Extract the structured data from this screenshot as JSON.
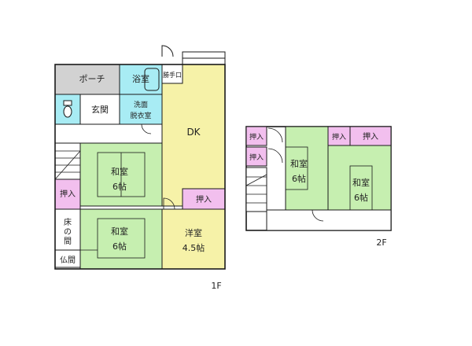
{
  "floor1": {
    "floor_label": "1F",
    "rooms": {
      "porch": "ポーチ",
      "bath": "浴室",
      "back_door": "勝手口",
      "entrance": "玄関",
      "washroom_line1": "洗面",
      "washroom_line2": "脱衣室",
      "dk": "DK",
      "washitsu_upper": {
        "name": "和室",
        "size": "6帖"
      },
      "washitsu_lower": {
        "name": "和室",
        "size": "6帖"
      },
      "oshiire_left": "押入",
      "oshiire_dk": "押入",
      "tokonoma_1": "床",
      "tokonoma_2": "の",
      "tokonoma_3": "間",
      "butsuma": "仏間",
      "yoshitsu": {
        "name": "洋室",
        "size": "4.5帖"
      }
    }
  },
  "floor2": {
    "floor_label": "2F",
    "rooms": {
      "oshiire_a": "押入",
      "oshiire_b": "押入",
      "oshiire_c": "押入",
      "oshiire_d": "押入",
      "washitsu_center": {
        "name": "和室",
        "size": "6帖"
      },
      "washitsu_right": {
        "name": "和室",
        "size": "6帖"
      }
    }
  },
  "colors": {
    "tatami": "#c6efb0",
    "dk": "#f6f2a8",
    "bath": "#a8ecf4",
    "closet": "#f2bfee",
    "porch": "#d2d2d2",
    "wall": "#1a1a1a"
  }
}
